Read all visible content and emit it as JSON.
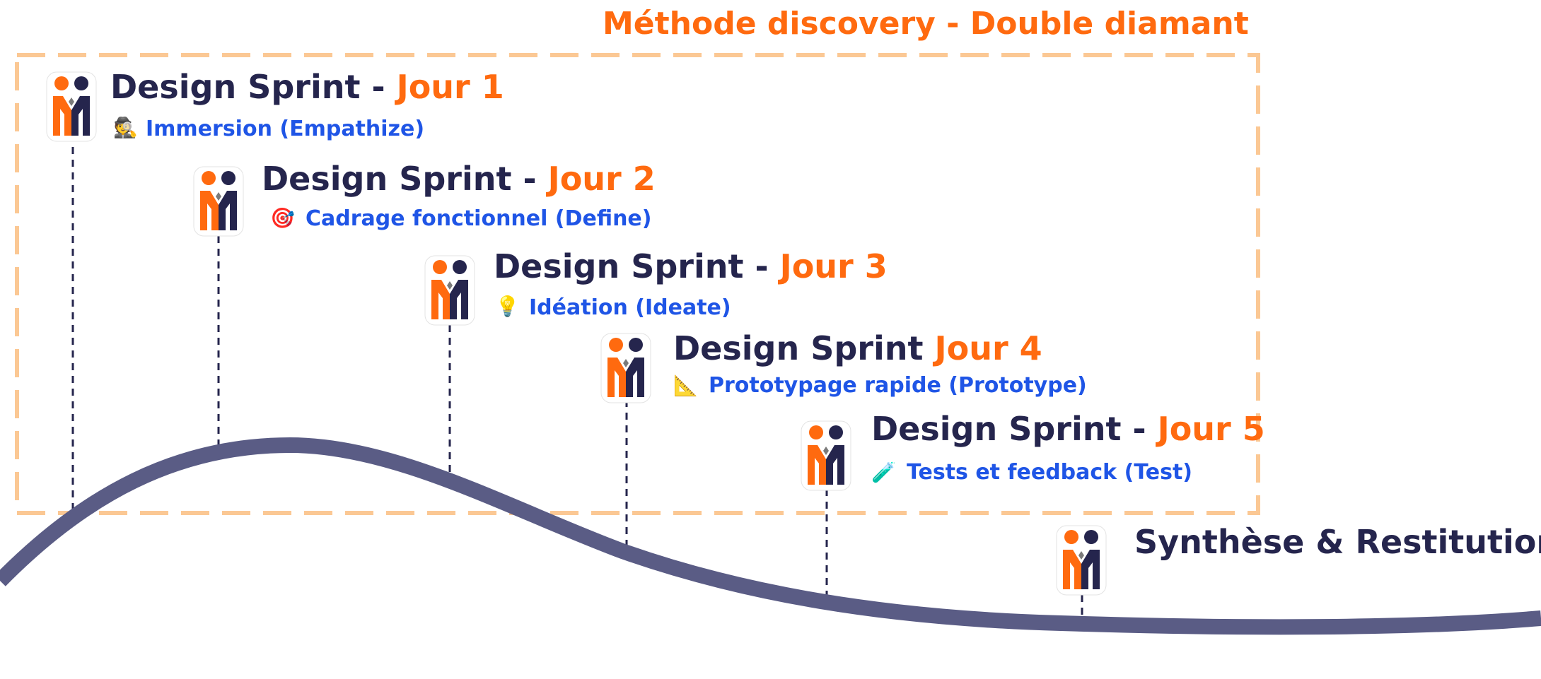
{
  "frame": {
    "title": "Méthode discovery - Double diamant"
  },
  "colors": {
    "navy": "#25254d",
    "orange": "#ff6a0f",
    "blue": "#1f55e6",
    "curve": "#5a5c85",
    "frame_border": "#fbc894"
  },
  "steps": [
    {
      "title": "Design Sprint - ",
      "day": "Jour 1",
      "icon": "detective-emoji",
      "emoji": "🕵️",
      "subtitle": "Immersion (Empathize)"
    },
    {
      "title": "Design Sprint - ",
      "day": "Jour 2",
      "icon": "target-emoji",
      "emoji": "🎯",
      "subtitle": "Cadrage fonctionnel (Define)"
    },
    {
      "title": "Design Sprint - ",
      "day": "Jour 3",
      "icon": "lightbulb-emoji",
      "emoji": "💡",
      "subtitle": "Idéation (Ideate)"
    },
    {
      "title": "Design Sprint ",
      "day": "Jour 4",
      "icon": "triangle-ruler-emoji",
      "emoji": "📐",
      "subtitle": "Prototypage rapide (Prototype)"
    },
    {
      "title": "Design Sprint - ",
      "day": "Jour 5",
      "icon": "test-tube-emoji",
      "emoji": "🧪",
      "subtitle": "Tests et feedback (Test)"
    },
    {
      "title": "Synthèse & Restitution",
      "day": "",
      "icon": "",
      "emoji": "",
      "subtitle": ""
    }
  ]
}
